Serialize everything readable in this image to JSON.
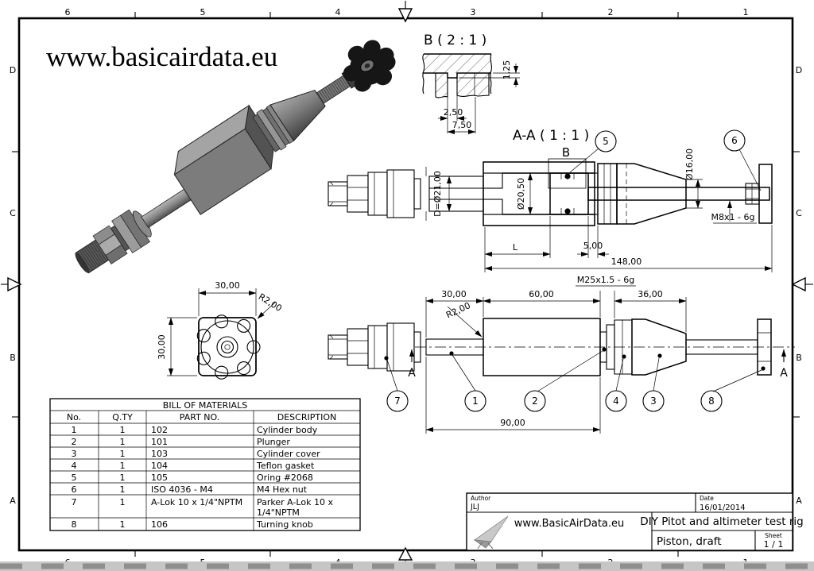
{
  "brand": {
    "url": "www.basicairdata.eu"
  },
  "border": {
    "cols": [
      "6",
      "5",
      "4",
      "3",
      "2",
      "1"
    ],
    "rows": [
      "D",
      "C",
      "B",
      "A"
    ]
  },
  "detail_b": {
    "title": "B ( 2 : 1 )",
    "d125": "1,25",
    "d250": "2,50",
    "d750": "7,50"
  },
  "aa": {
    "title": "A-A ( 1 : 1 )",
    "b_label": "B",
    "balloon5": "5",
    "balloon6": "6",
    "d21": "D=Ø21,00",
    "d2050": "Ø20,50",
    "d16": "Ø16,00",
    "m8": "M8x1 - 6g",
    "L": "L",
    "d5": "5,00",
    "d148": "148,00"
  },
  "knob": {
    "w": "30,00",
    "h": "30,00",
    "r": "R2,00"
  },
  "side": {
    "d30": "30,00",
    "d60": "60,00",
    "m25": "M25x1.5 - 6g",
    "d36": "36,00",
    "r2": "R2,00",
    "d90": "90,00",
    "a": "A",
    "b1": "1",
    "b2": "2",
    "b3": "3",
    "b4": "4",
    "b7": "7",
    "b8": "8"
  },
  "bom": {
    "title": "BILL OF MATERIALS",
    "headers": [
      "No.",
      "Q.TY",
      "PART NO.",
      "DESCRIPTION"
    ],
    "rows": [
      {
        "no": "1",
        "qty": "1",
        "part": "102",
        "desc": "Cylinder body"
      },
      {
        "no": "2",
        "qty": "1",
        "part": "101",
        "desc": "Plunger"
      },
      {
        "no": "3",
        "qty": "1",
        "part": "103",
        "desc": "Cylinder cover"
      },
      {
        "no": "4",
        "qty": "1",
        "part": "104",
        "desc": "Teflon gasket"
      },
      {
        "no": "5",
        "qty": "1",
        "part": "105",
        "desc": "Oring #2068"
      },
      {
        "no": "6",
        "qty": "1",
        "part": "ISO 4036 - M4",
        "desc": "M4 Hex nut"
      },
      {
        "no": "7",
        "qty": "1",
        "part": "A-Lok 10 x 1/4\"NPTM",
        "desc": "Parker A-Lok 10 x",
        "desc2": "1/4\"NPTM"
      },
      {
        "no": "8",
        "qty": "1",
        "part": "106",
        "desc": "Turning knob"
      }
    ]
  },
  "tb": {
    "author_label": "Author",
    "author": "JLJ",
    "date_label": "Date",
    "date": "16/01/2014",
    "website": "www.BasicAirData.eu",
    "project": "DIY Pitot and altimeter test rig",
    "drawing": "Piston, draft",
    "sheet_label": "Sheet",
    "sheet": "1 / 1"
  }
}
